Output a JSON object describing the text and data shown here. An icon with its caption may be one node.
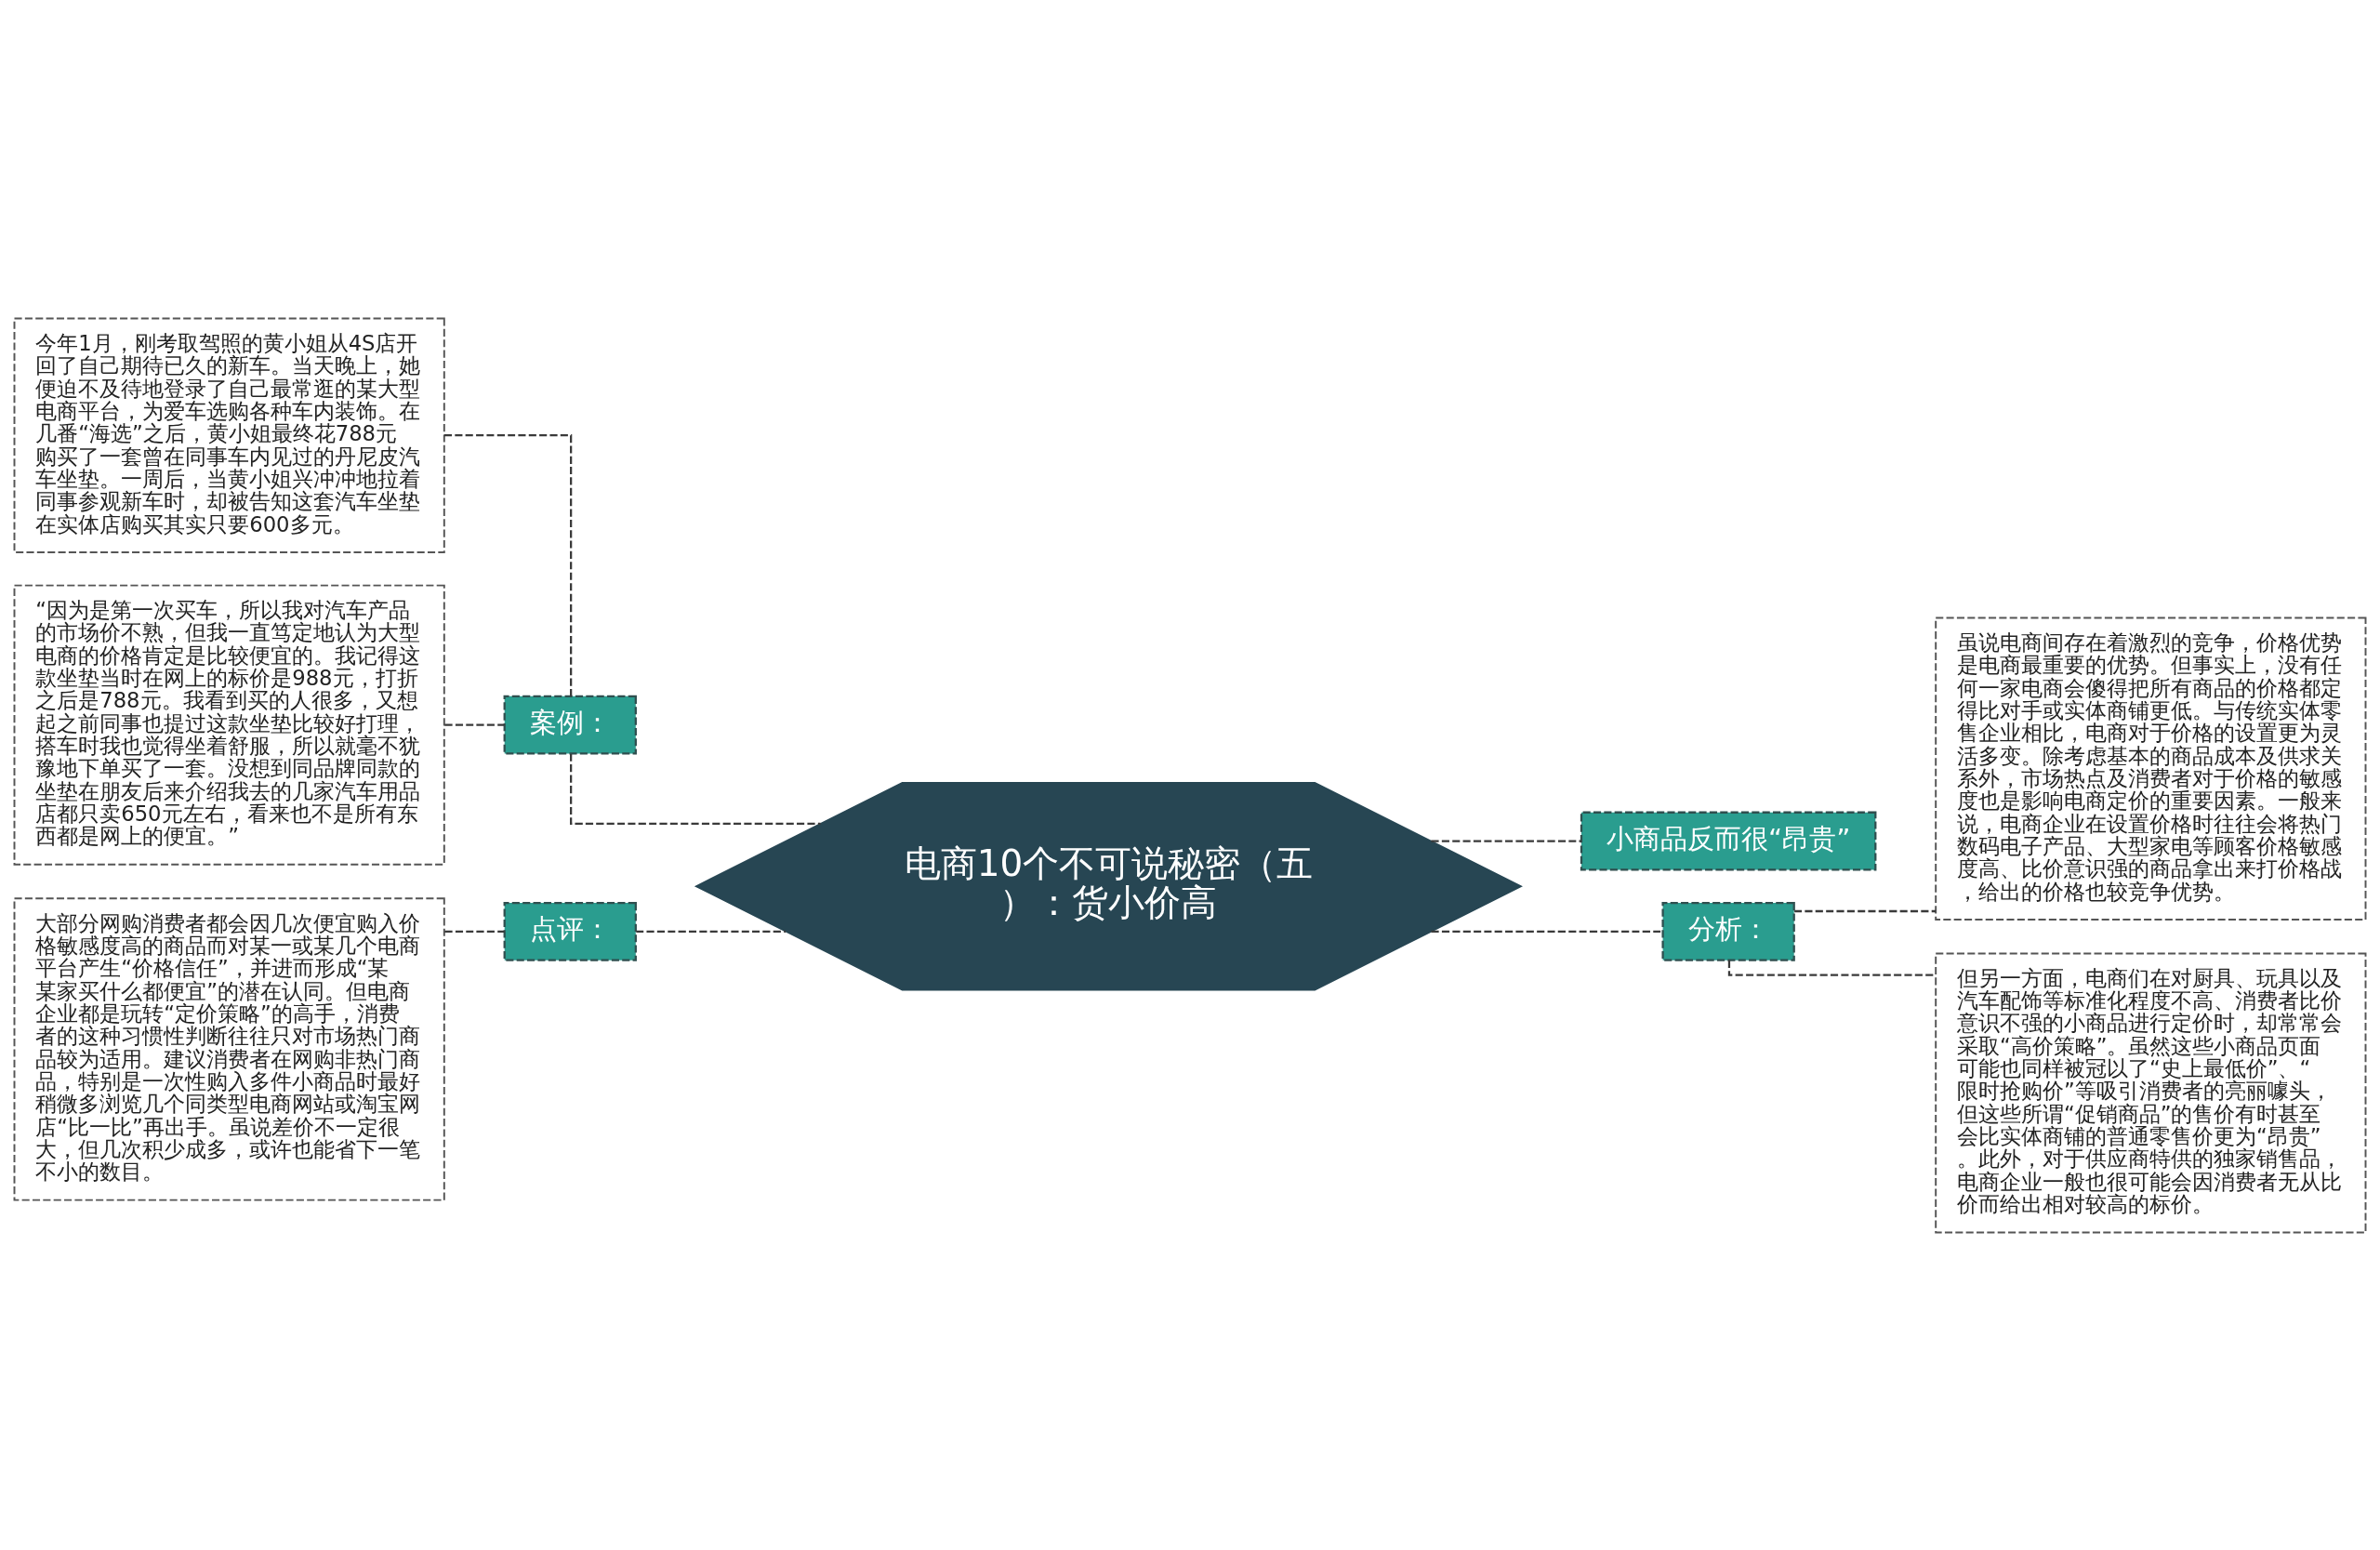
{
  "diagram": {
    "nodes": [
      {
        "text": [
          "电商10个不可说秘密（五）：货小价高"
        ]
      },
      {
        "text": [
          "案例："
        ]
      },
      {
        "text": [
          "今年1月，刚考取驾照的黄小姐从4S店开回了自己期待已久的新车。当天晚上，她便迫不及待地登录了自己最常逛的某大型电商平台，为爱车选购各种车内装饰。在几番“海选”之后，黄小姐最终花788元购买了一套曾在同事车内见过的丹尼皮汽车坐垫。一周后，当黄小姐兴冲冲地拉着同事参观新车时，却被告知这套汽车坐垫在实体店购买其实只要600多元。"
        ]
      },
      {
        "text": [
          "“因为是第一次买车，所以我对汽车产品的市场价不熟，但我一直笃定地认为大型电商的价格肯定是比较便宜的。我记得这款坐垫当时在网上的标价是988元，打折之后是788元。我看到买的人很多，又想起之前同事也提过这款坐垫比较好打理，搭车时我也觉得坐着舒服，所以就毫不犹豫地下单买了一套。没想到同品牌同款的坐垫在朋友后来介绍我去的几家汽车用品店都只卖650元左右，看来也不是所有东西都是网上的便宜。”"
        ]
      },
      {
        "text": [
          "点评："
        ]
      },
      {
        "text": [
          "大部分网购消费者都会因几次便宜购入价格敏感度高的商品而对某一或某几个电商平台产生“价格信任”，并进而形成“某某家买什么都便宜”的潜在认同。但电商企业都是玩转“定价策略”的高手，消费者的这种习惯性判断往往只对市场热门商品较为适用。建议消费者在网购非热门商品，特别是一次性购入多件小商品时最好稍微多浏览几个同类型电商网站或淘宝网店“比一比”再出手。虽说差价不一定很大，但几次积少成多，或许也能省下一笔不小的数目。"
        ]
      },
      {
        "text": [
          "小商品反而很“昂贵”"
        ]
      },
      {
        "text": [
          "分析："
        ]
      },
      {
        "text": [
          "虽说电商间存在着激烈的竞争，价格优势是电商最重要的优势。但事实上，没有任何一家电商会傻得把所有商品的价格都定得比对手或实体商铺更低。与传统实体零售企业相比，电商对于价格的设置更为灵活多变。除考虑基本的商品成本及供求关系外，市场热点及消费者对于价格的敏感度也是影响电商定价的重要因素。一般来说，电商企业在设置价格时往往会将热门数码电子产品、大型家电等顾客价格敏感度高、比价意识强的商品拿出来打价格战，给出的价格也较竞争优势。"
        ]
      },
      {
        "text": [
          "但另一方面，电商们在对厨具、玩具以及汽车配饰等标准化程度不高、消费者比价意识不强的小商品进行定价时，却常常会采取“高价策略”。虽然这些小商品页面可能也同样被冠以了“史上最低价”、“限时抢购价”等吸引消费者的亮丽噱头，但这些所谓“促销商品”的售价有时甚至会比实体商铺的普通零售价更为“昂贵”。此外，对于供应商特供的独家销售品，电商企业一般也很可能会因消费者无从比价而给出相对较高的标价。"
        ]
      }
    ],
    "edges": [
      {
        "from": 2,
        "to": 1,
        "arrow": "none"
      },
      {
        "from": 3,
        "to": 1,
        "arrow": "none"
      },
      {
        "from": 1,
        "to": 0,
        "arrow": "none"
      },
      {
        "from": 5,
        "to": 4,
        "arrow": "none"
      },
      {
        "from": 4,
        "to": 0,
        "arrow": "none"
      },
      {
        "from": 0,
        "to": 6,
        "arrow": "none"
      },
      {
        "from": 0,
        "to": 7,
        "arrow": "none"
      },
      {
        "from": 7,
        "to": 8,
        "arrow": "none"
      },
      {
        "from": 7,
        "to": 9,
        "arrow": "none"
      }
    ]
  }
}
